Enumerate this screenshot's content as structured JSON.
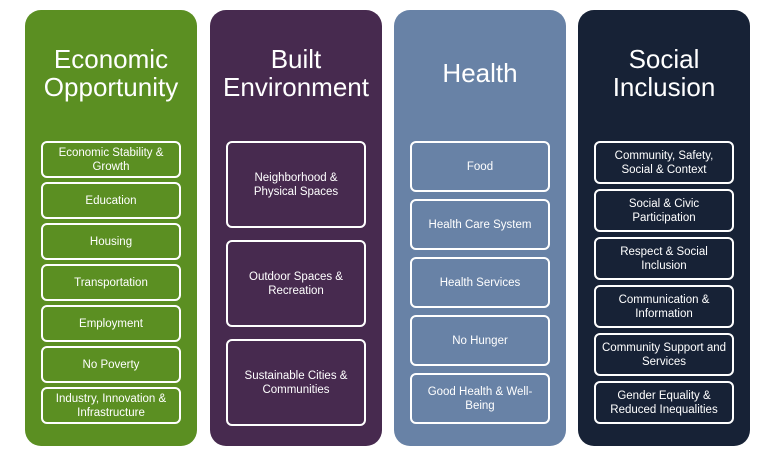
{
  "columns": [
    {
      "title": "Economic Opportunity",
      "color": "#5b8f22",
      "items": [
        "Economic Stability & Growth",
        "Education",
        "Housing",
        "Transportation",
        "Employment",
        "No Poverty",
        "Industry, Innovation & Infrastructure"
      ]
    },
    {
      "title": "Built Environment",
      "color": "#472a4f",
      "items": [
        "Neighborhood & Physical Spaces",
        "Outdoor Spaces & Recreation",
        "Sustainable Cities & Communities"
      ]
    },
    {
      "title": "Health",
      "color": "#6882a6",
      "items": [
        "Food",
        "Health Care System",
        "Health Services",
        "No Hunger",
        "Good Health & Well-Being"
      ]
    },
    {
      "title": "Social Inclusion",
      "color": "#172236",
      "items": [
        "Community, Safety, Social & Context",
        "Social & Civic Participation",
        "Respect & Social Inclusion",
        "Communication & Information",
        "Community Support and Services",
        "Gender Equality & Reduced Inequalities"
      ]
    }
  ]
}
